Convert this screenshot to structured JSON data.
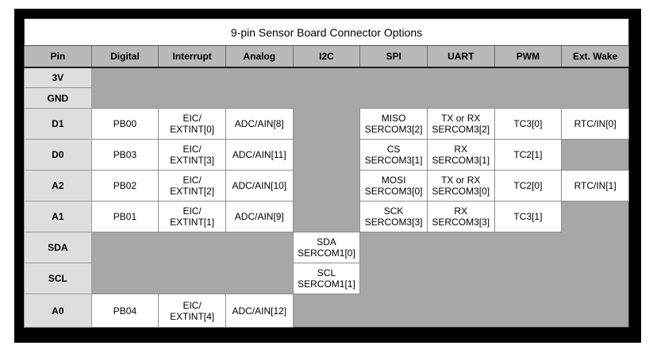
{
  "title": "9-pin Sensor Board Connector Options",
  "columns": [
    "Pin",
    "Digital",
    "Interrupt",
    "Analog",
    "I2C",
    "SPI",
    "UART",
    "PWM",
    "Ext. Wake"
  ],
  "rows": [
    {
      "pin": "3V",
      "cells": [
        "",
        "",
        "",
        "",
        "",
        "",
        "",
        ""
      ]
    },
    {
      "pin": "GND",
      "cells": [
        "",
        "",
        "",
        "",
        "",
        "",
        "",
        ""
      ]
    },
    {
      "pin": "D1",
      "cells": [
        "PB00",
        "EIC/\nEXTINT[0]",
        "ADC/AIN[8]",
        "",
        "MISO\nSERCOM3[2]",
        "TX or RX\nSERCOM3[2]",
        "TC3[0]",
        "RTC/IN[0]"
      ]
    },
    {
      "pin": "D0",
      "cells": [
        "PB03",
        "EIC/\nEXTINT[3]",
        "ADC/AIN[11]",
        "",
        "CS\nSERCOM3[1]",
        "RX\nSERCOM3[1]",
        "TC2[1]",
        ""
      ]
    },
    {
      "pin": "A2",
      "cells": [
        "PB02",
        "EIC/\nEXTINT[2]",
        "ADC/AIN[10]",
        "",
        "MOSI\nSERCOM3[0]",
        "TX or RX\nSERCOM3[0]",
        "TC2[0]",
        "RTC/IN[1]"
      ]
    },
    {
      "pin": "A1",
      "cells": [
        "PB01",
        "EIC/\nEXTINT[1]",
        "ADC/AIN[9]",
        "",
        "SCK\nSERCOM3[3]",
        "RX\nSERCOM3[3]",
        "TC3[1]",
        ""
      ]
    },
    {
      "pin": "SDA",
      "cells": [
        "",
        "",
        "",
        "SDA\nSERCOM1[0]",
        "",
        "",
        "",
        ""
      ]
    },
    {
      "pin": "SCL",
      "cells": [
        "",
        "",
        "",
        "SCL\nSERCOM1[1]",
        "",
        "",
        "",
        ""
      ]
    },
    {
      "pin": "A0",
      "cells": [
        "PB04",
        "EIC/\nEXTINT[4]",
        "ADC/AIN[12]",
        "",
        "",
        "",
        "",
        ""
      ]
    }
  ],
  "colors": {
    "frame": "#000000",
    "header_bg": "#b9b9b9",
    "pin_bg": "#dedede",
    "empty_bg": "#a7a7a7",
    "cell_bg": "#ffffff",
    "grid_line": "#8d8d8d",
    "header_line": "#1f1f1f",
    "text": "#000000"
  }
}
